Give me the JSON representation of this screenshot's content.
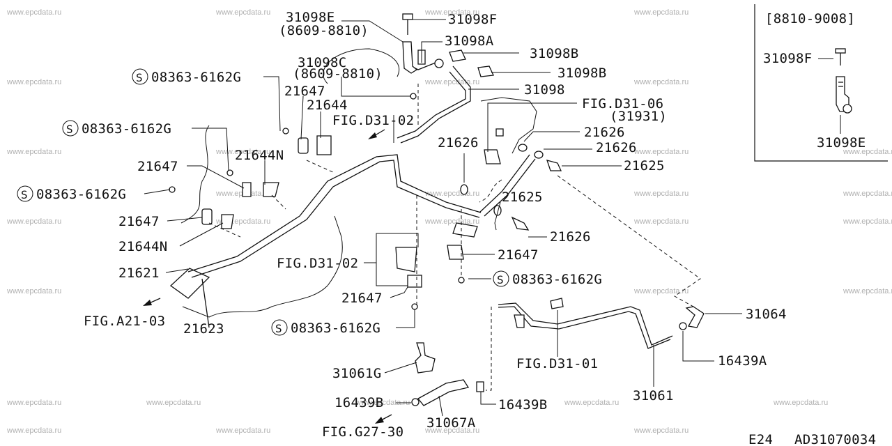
{
  "watermark": "www.epcdata.ru",
  "inset": {
    "range": "[8810-9008]",
    "labels": [
      "31098F",
      "31098E"
    ]
  },
  "labels": {
    "p31098E": "31098E",
    "r8609a": "(8609-8810)",
    "p31098F": "31098F",
    "p31098A": "31098A",
    "p31098C": "31098C",
    "r8609b": "(8609-8810)",
    "p31098B_1": "31098B",
    "p31098B_2": "31098B",
    "s08363_1": "08363-6162G",
    "p21647_1": "21647",
    "p21644": "21644",
    "p31098": "31098",
    "figD3106": "FIG.D31-06",
    "p31931": "(31931)",
    "s08363_2": "08363-6162G",
    "figD3102a": "FIG.D31-02",
    "p21626_1": "21626",
    "p21626_2": "21626",
    "p21626_3": "21626",
    "p21626_4": "21626",
    "p21644N_1": "21644N",
    "p21647_2": "21647",
    "p21625_1": "21625",
    "s08363_3": "08363-6162G",
    "p21625_2": "21625",
    "p21647_3": "21647",
    "p21644N_2": "21644N",
    "figD3102b": "FIG.D31-02",
    "p21647_4": "21647",
    "p21621": "21621",
    "s08363_4": "08363-6162G",
    "p21647_5": "21647",
    "figA2103": "FIG.A21-03",
    "p21623": "21623",
    "s08363_5": "08363-6162G",
    "p31064": "31064",
    "p16439A": "16439A",
    "figD3101": "FIG.D31-01",
    "p31061G": "31061G",
    "p31061": "31061",
    "p16439B_1": "16439B",
    "p16439B_2": "16439B",
    "p31067A": "31067A",
    "figG2730": "FIG.G27-30",
    "engine": "E24",
    "code": "AD31070034"
  },
  "s_mark": "S"
}
